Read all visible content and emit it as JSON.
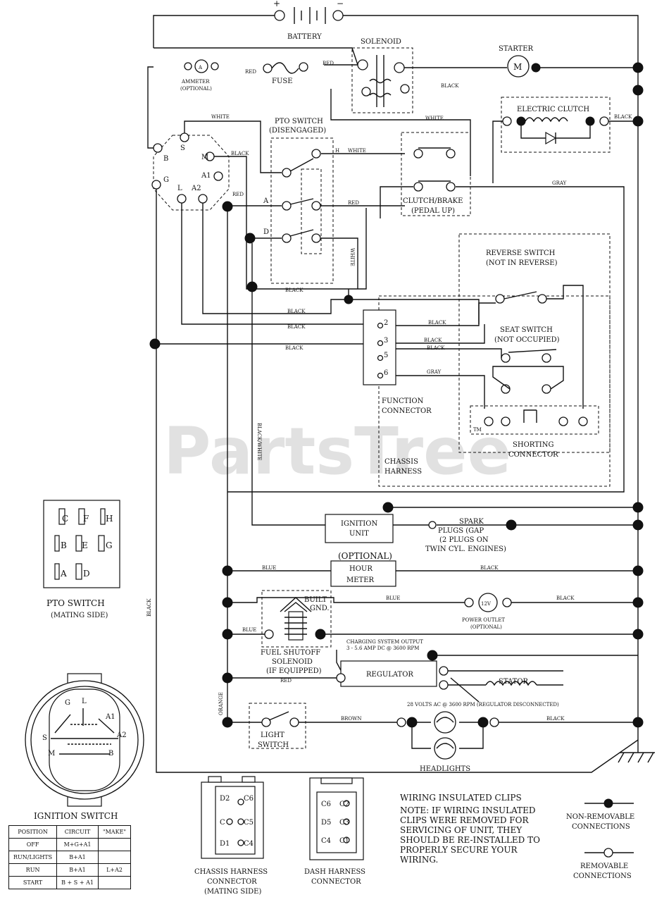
{
  "watermark": "PartsTree",
  "watermark_tm": "TM",
  "battery": {
    "label": "BATTERY",
    "pos": "+",
    "neg": "−"
  },
  "solenoid": "SOLENOID",
  "starter": {
    "label": "STARTER",
    "symbol": "M"
  },
  "ammeter": {
    "label": "AMMETER",
    "sub": "(OPTIONAL)",
    "symbol": "A"
  },
  "fuse": "FUSE",
  "electric_clutch": "ELECTRIC CLUTCH",
  "pto_switch": {
    "title": "PTO SWITCH",
    "sub": "(DISENGAGED)"
  },
  "clutch_brake": {
    "title": "CLUTCH/BRAKE",
    "sub": "(PEDAL UP)"
  },
  "reverse_switch": {
    "title": "REVERSE SWITCH",
    "sub": "(NOT IN REVERSE)"
  },
  "seat_switch": {
    "title": "SEAT SWITCH",
    "sub": "(NOT OCCUPIED)"
  },
  "function_connector": {
    "line1": "FUNCTION",
    "line2": "CONNECTOR"
  },
  "shorting_connector": {
    "line1": "SHORTING",
    "line2": "CONNECTOR"
  },
  "chassis_harness": {
    "line1": "CHASSIS",
    "line2": "HARNESS"
  },
  "ignition_unit": {
    "line1": "IGNITION",
    "line2": "UNIT"
  },
  "spark_plugs": {
    "line1": "SPARK",
    "line2": "PLUGS (GAP",
    "line3": "(2 PLUGS ON",
    "line4": "TWIN CYL. ENGINES)"
  },
  "hour_meter": {
    "opt": "(OPTIONAL)",
    "line1": "HOUR",
    "line2": "METER"
  },
  "power_outlet": {
    "symbol": "12V",
    "line1": "POWER OUTLET",
    "line2": "(OPTIONAL)"
  },
  "fuel_solenoid": {
    "line1": "FUEL SHUTOFF",
    "line2": "SOLENOID",
    "line3": "(IF EQUIPPED)",
    "tag1": "BUILT",
    "tag2": "GND."
  },
  "charging": {
    "line1": "CHARGING SYSTEM OUTPUT",
    "line2": "3 - 5.6 AMP DC @ 3600 RPM"
  },
  "regulator": "REGULATOR",
  "stator": "STATOR",
  "stator_note": "28 VOLTS AC @ 3600 RPM (REGULATOR DISCONNECTED)",
  "light_switch": {
    "line1": "LIGHT",
    "line2": "SWITCH"
  },
  "headlights": "HEADLIGHTS",
  "wire_colors": {
    "white": "WHITE",
    "black": "BLACK",
    "red": "RED",
    "gray": "GRAY",
    "blue": "BLUE",
    "brown": "BROWN",
    "orange": "ORANGE",
    "black_white": "BLACK/WHITE"
  },
  "pin_letters": {
    "b": "B",
    "g": "G",
    "s": "S",
    "m": "M",
    "a1": "A1",
    "a2": "A2",
    "l": "L",
    "a": "A",
    "d": "D",
    "h": "H",
    "c": "C",
    "f": "F",
    "e": "E"
  },
  "func_pins": [
    "2",
    "3",
    "5",
    "6"
  ],
  "pto_side": {
    "title": "PTO SWITCH",
    "sub": "(MATING SIDE)",
    "grid": [
      [
        "C",
        "F",
        "H"
      ],
      [
        "B",
        "E",
        "G"
      ],
      [
        "A",
        "D",
        ""
      ]
    ]
  },
  "ignition_switch": {
    "title": "IGNITION SWITCH",
    "letters": [
      "G",
      "L",
      "A1",
      "S",
      "A2",
      "M",
      "B"
    ],
    "table_header": [
      "POSITION",
      "CIRCUIT",
      "\"MAKE\""
    ],
    "rows": [
      [
        "OFF",
        "M+G+A1",
        ""
      ],
      [
        "RUN/LIGHTS",
        "B+A1",
        ""
      ],
      [
        "RUN",
        "B+A1",
        "L+A2"
      ],
      [
        "START",
        "B + S + A1",
        ""
      ]
    ]
  },
  "chassis_connector": {
    "line1": "CHASSIS HARNESS",
    "line2": "CONNECTOR",
    "line3": "(MATING SIDE)",
    "pins": [
      "D2",
      "C6",
      "C",
      "C5",
      "D1",
      "C4"
    ]
  },
  "dash_connector": {
    "line1": "DASH HARNESS",
    "line2": "CONNECTOR",
    "pins": [
      "C6",
      "C2",
      "D5",
      "C3",
      "C4",
      "C1"
    ]
  },
  "note": {
    "title": "WIRING INSULATED CLIPS",
    "lines": [
      "NOTE: IF WIRING INSULATED",
      "CLIPS WERE REMOVED FOR",
      "SERVICING OF UNIT, THEY",
      "SHOULD BE RE-INSTALLED TO",
      "PROPERLY SECURE YOUR",
      "WIRING."
    ]
  },
  "legend": {
    "nonremovable": [
      "NON-REMOVABLE",
      "CONNECTIONS"
    ],
    "removable": [
      "REMOVABLE",
      "CONNECTIONS"
    ]
  }
}
